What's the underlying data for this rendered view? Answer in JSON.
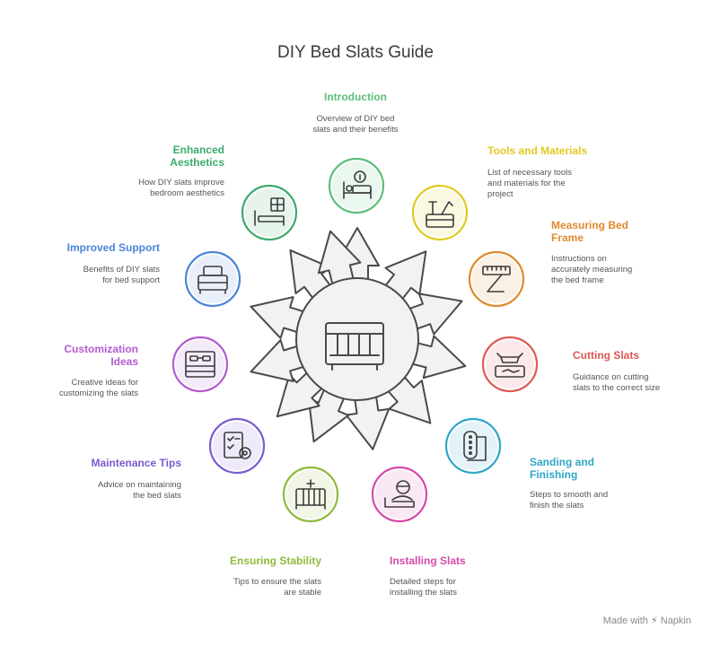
{
  "title": "DIY Bed Slats Guide",
  "footer": {
    "made_with": "Made with",
    "brand": "Napkin"
  },
  "hub": {
    "icon": "bed-frame-slats-icon"
  },
  "steps": [
    {
      "label": [
        "Introduction"
      ],
      "desc": [
        "Overview of DIY bed",
        "slats and their benefits"
      ],
      "color": "#5bbf7a",
      "icon": "bed-info-icon"
    },
    {
      "label": [
        "Tools and Materials"
      ],
      "desc": [
        "List of necessary tools",
        "and materials for the",
        "project"
      ],
      "color": "#e2c91f",
      "icon": "toolbox-icon"
    },
    {
      "label": [
        "Measuring Bed",
        "Frame"
      ],
      "desc": [
        "Instructions on",
        "accurately measuring",
        "the bed frame"
      ],
      "color": "#e08a2e",
      "icon": "measuring-ruler-icon"
    },
    {
      "label": [
        "Cutting Slats"
      ],
      "desc": [
        "Guidance on cutting",
        "slats to the correct size"
      ],
      "color": "#de5a52",
      "icon": "saw-cutting-icon"
    },
    {
      "label": [
        "Sanding and",
        "Finishing"
      ],
      "desc": [
        "Steps to smooth and",
        "finish the slats"
      ],
      "color": "#2fa6c8",
      "icon": "sandpaper-icon"
    },
    {
      "label": [
        "Installing Slats"
      ],
      "desc": [
        "Detailed steps for",
        "installing the slats"
      ],
      "color": "#d64aa8",
      "icon": "worker-bed-icon"
    },
    {
      "label": [
        "Ensuring Stability"
      ],
      "desc": [
        "Tips to ensure the slats",
        "are stable"
      ],
      "color": "#8fba3a",
      "icon": "crib-stability-icon"
    },
    {
      "label": [
        "Maintenance Tips"
      ],
      "desc": [
        "Advice on maintaining",
        "the bed slats"
      ],
      "color": "#7a5bd0",
      "icon": "checklist-gear-icon"
    },
    {
      "label": [
        "Customization",
        "Ideas"
      ],
      "desc": [
        "Creative ideas for",
        "customizing the slats"
      ],
      "color": "#b45bd0",
      "icon": "bed-glasses-icon"
    },
    {
      "label": [
        "Improved Support"
      ],
      "desc": [
        "Benefits of DIY slats",
        "for bed support"
      ],
      "color": "#4a84d8",
      "icon": "mattress-bed-icon"
    },
    {
      "label": [
        "Enhanced",
        "Aesthetics"
      ],
      "desc": [
        "How DIY slats improve",
        "bedroom aesthetics"
      ],
      "color": "#3daa6e",
      "icon": "bedroom-window-icon"
    }
  ]
}
